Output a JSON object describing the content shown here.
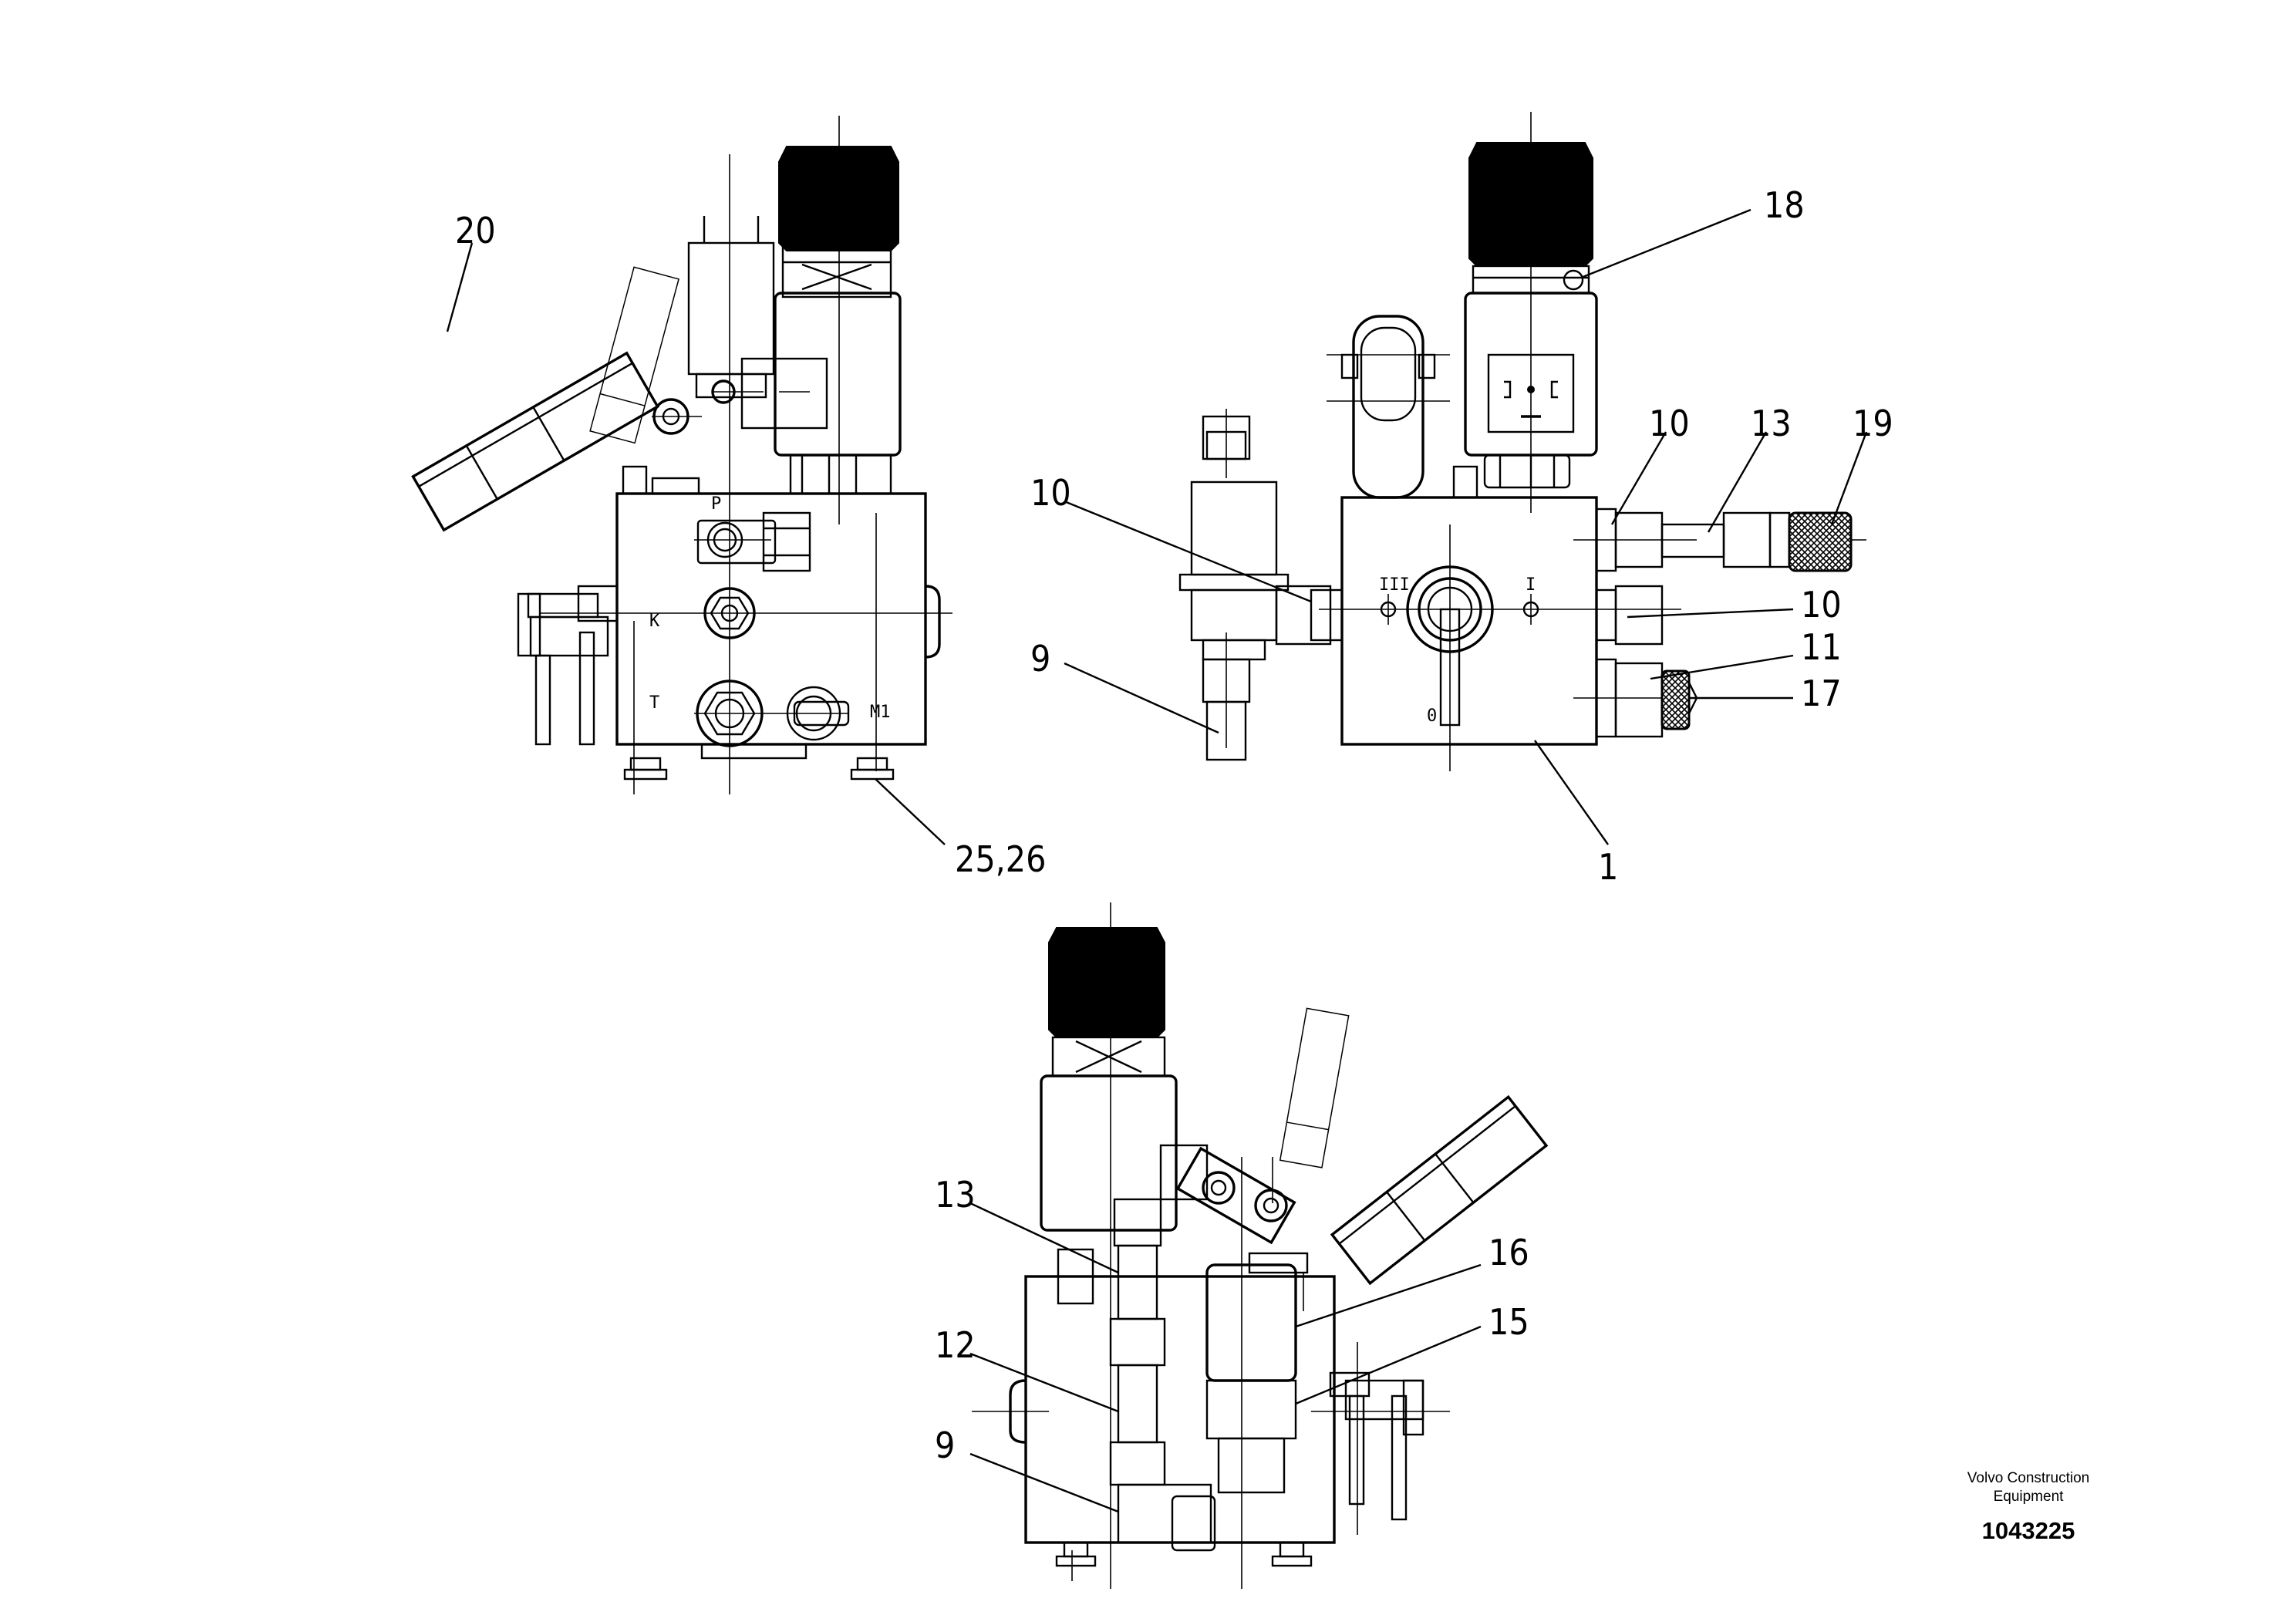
{
  "views": {
    "left": {
      "callouts": [
        "20",
        "25,26"
      ],
      "ports": [
        "P",
        "K",
        "T",
        "M1"
      ]
    },
    "right": {
      "callouts": [
        "18",
        "10",
        "13",
        "19",
        "10",
        "10",
        "9",
        "11",
        "17",
        "1"
      ],
      "ports": [
        "III",
        "I",
        "0"
      ]
    },
    "bottom": {
      "callouts": [
        "13",
        "16",
        "15",
        "12",
        "9"
      ]
    }
  },
  "brand": {
    "line1": "Volvo Construction",
    "line2": "Equipment",
    "drawing_number": "1043225"
  }
}
